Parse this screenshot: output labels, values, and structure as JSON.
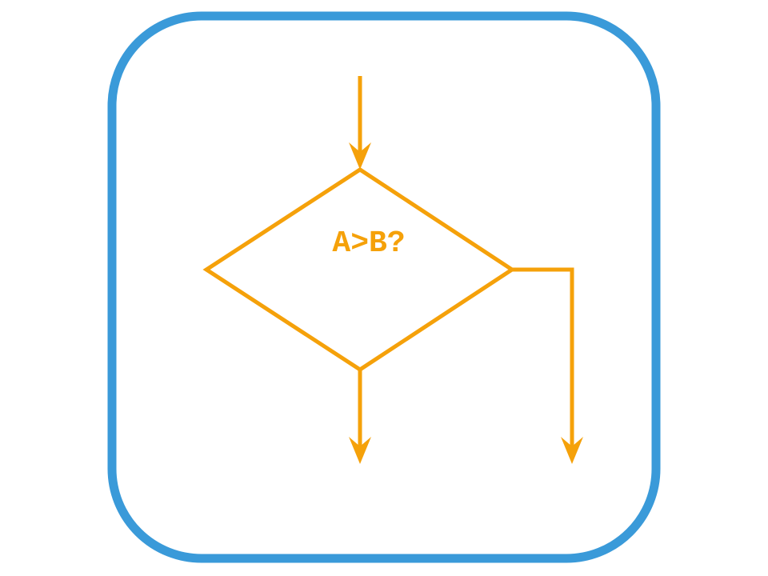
{
  "diagram": {
    "decision_label": "A>B?"
  },
  "colors": {
    "frame": "#3a9ad9",
    "flow": "#f5a10a",
    "background": "#ffffff"
  },
  "icons": {
    "decision_node": "diamond-shape",
    "connectors": "down-arrow"
  }
}
